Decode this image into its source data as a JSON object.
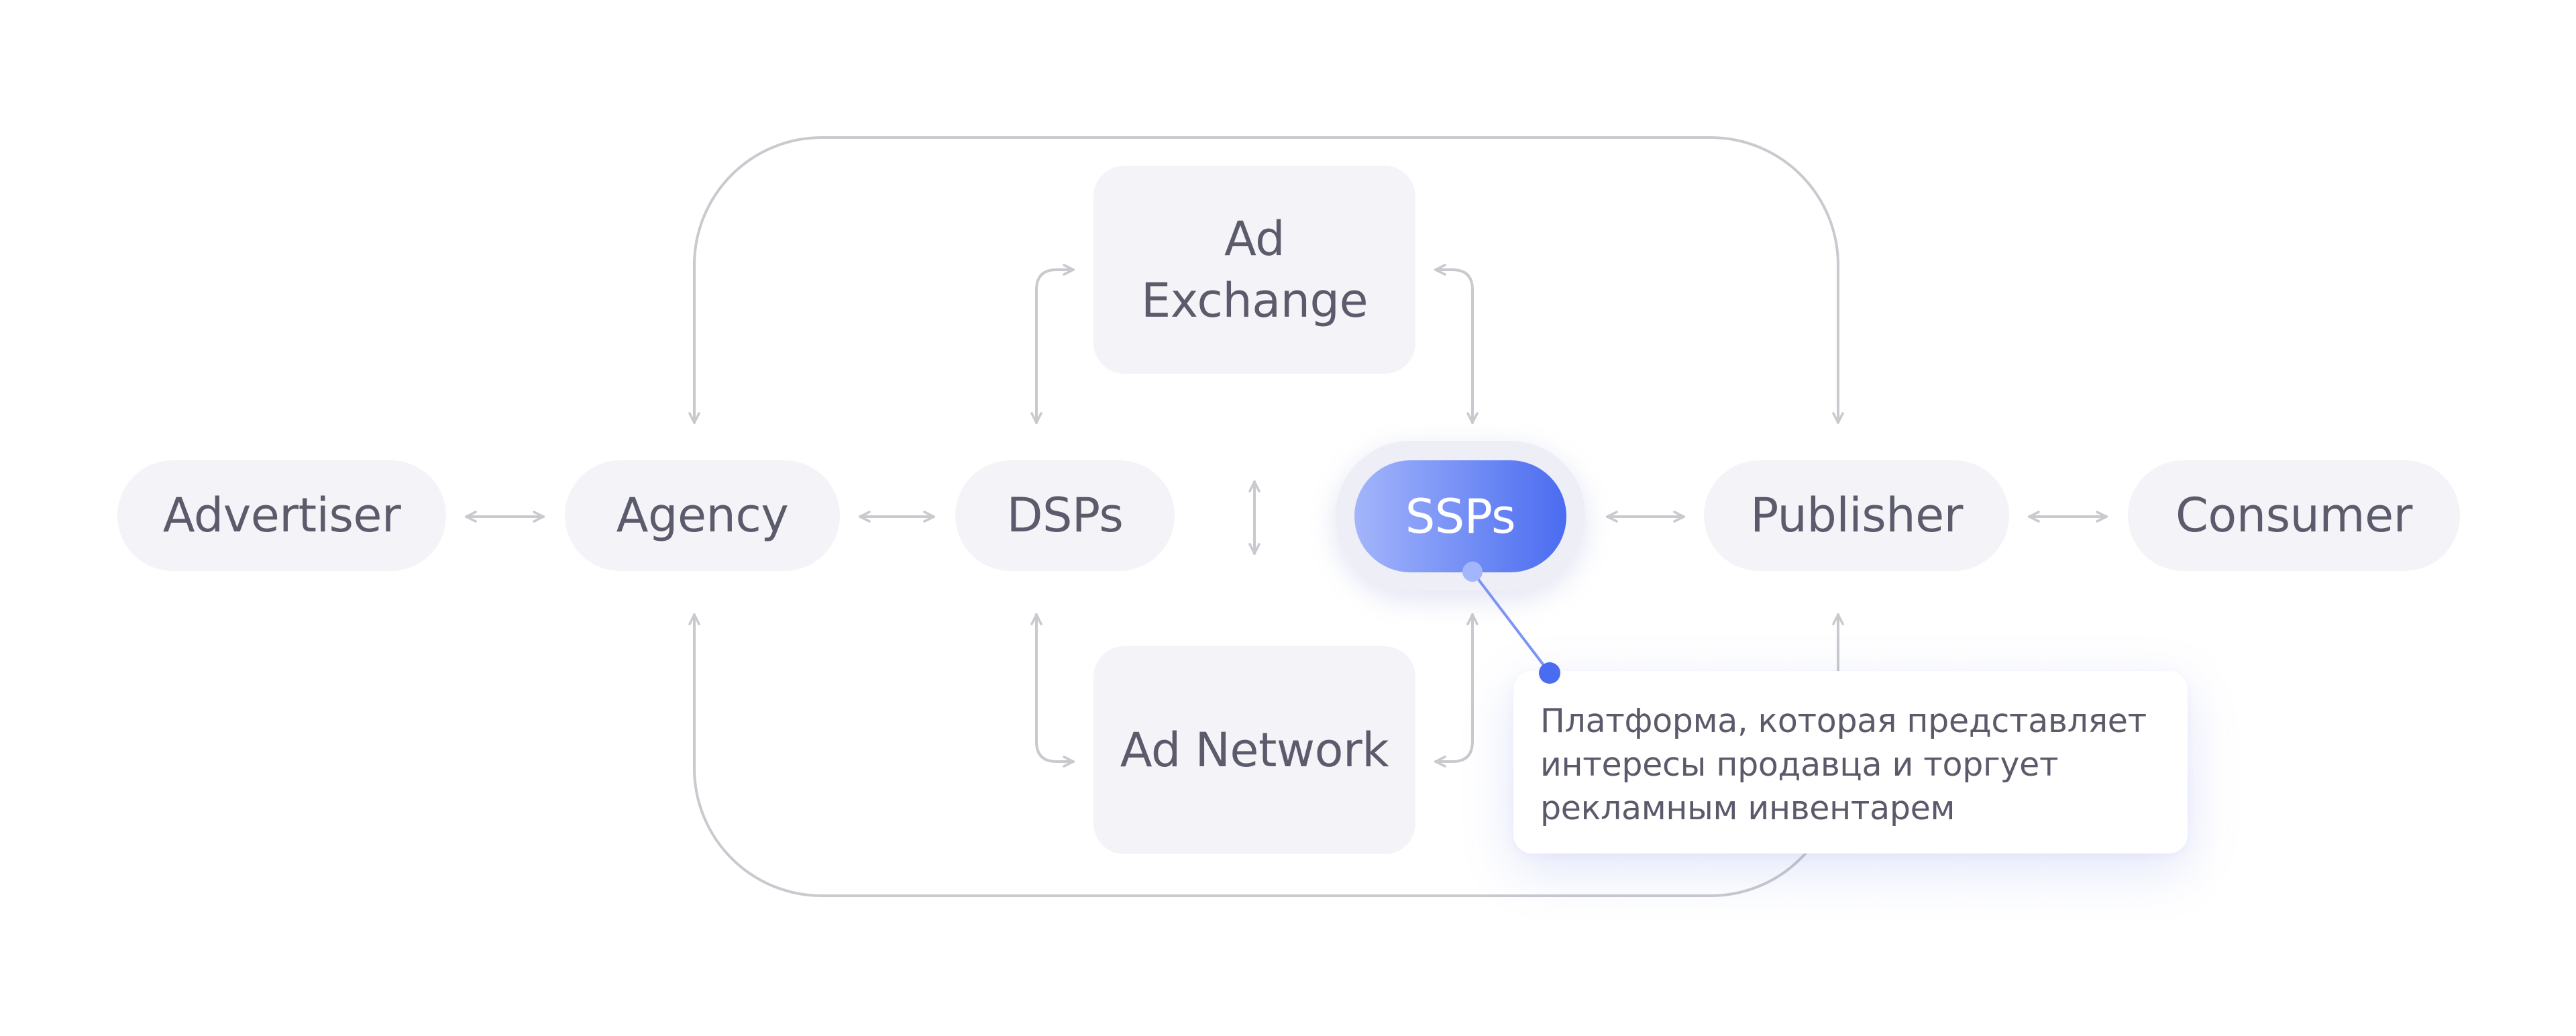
{
  "nodes": {
    "advertiser": "Advertiser",
    "agency": "Agency",
    "dsps": "DSPs",
    "ssps": "SSPs",
    "publisher": "Publisher",
    "consumer": "Consumer",
    "ad_exchange": [
      "Ad",
      "Exchange"
    ],
    "ad_network": "Ad Network"
  },
  "tooltip": {
    "lines": [
      "Платформа, которая представляет",
      "интересы продавца и торгует",
      "рекламным инвентарем"
    ]
  },
  "colors": {
    "node_background": "#f4f4f8",
    "node_text": "#5b5b6c",
    "connector": "#c9c9cf",
    "accent_start": "#a3b5fb",
    "accent_end": "#4a6cf0",
    "callout": "#4a6cf0"
  }
}
